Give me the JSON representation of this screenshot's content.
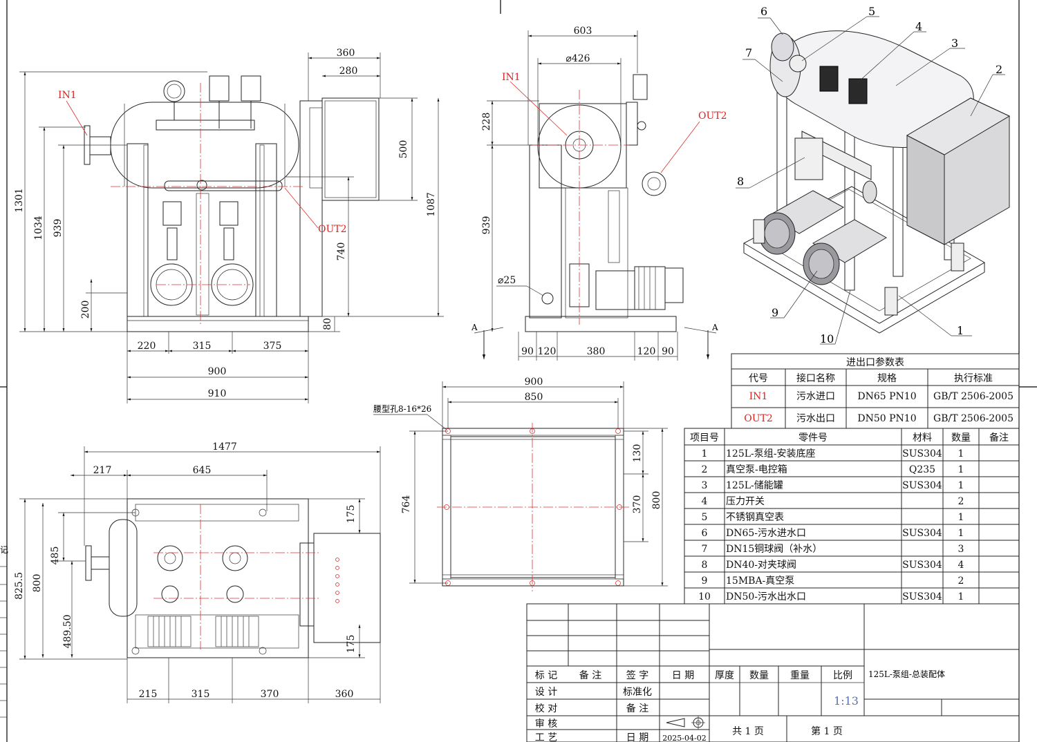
{
  "title_block": {
    "drawing_name": "125L-泵组-总装配体",
    "scale": "1:13",
    "date": "2025-04-02",
    "sheets_total": "共 1 页",
    "sheet_number": "第 1 页",
    "header": {
      "mark": "标 记",
      "note": "备 注",
      "sign": "签 字",
      "date": "日 期",
      "thickness": "厚度",
      "quantity": "数量",
      "weight": "重量",
      "ratio": "比例"
    },
    "rows": {
      "design": "设 计",
      "standardize": "标准化",
      "check": "校 对",
      "remarks": "备 注",
      "review": "审 核",
      "process": "工 艺",
      "date_label": "日 期"
    }
  },
  "port_table": {
    "title": "进出口参数表",
    "headers": [
      "代号",
      "接口名称",
      "规格",
      "执行标准"
    ],
    "rows": [
      {
        "code": "IN1",
        "name": "污水进口",
        "spec": "DN65 PN10",
        "standard": "GB/T 2506-2005"
      },
      {
        "code": "OUT2",
        "name": "污水出口",
        "spec": "DN50 PN10",
        "standard": "GB/T 2506-2005"
      }
    ]
  },
  "bom": {
    "headers": [
      "项目号",
      "零件号",
      "材料",
      "数量",
      "备注"
    ],
    "rows": [
      {
        "no": "1",
        "part": "125L-泵组-安装底座",
        "material": "SUS304",
        "qty": "1",
        "note": ""
      },
      {
        "no": "2",
        "part": "真空泵-电控箱",
        "material": "Q235",
        "qty": "1",
        "note": ""
      },
      {
        "no": "3",
        "part": "125L-储能罐",
        "material": "SUS304",
        "qty": "1",
        "note": ""
      },
      {
        "no": "4",
        "part": "压力开关",
        "material": "",
        "qty": "2",
        "note": ""
      },
      {
        "no": "5",
        "part": "不锈钢真空表",
        "material": "",
        "qty": "1",
        "note": ""
      },
      {
        "no": "6",
        "part": "DN65-污水进水口",
        "material": "SUS304",
        "qty": "1",
        "note": ""
      },
      {
        "no": "7",
        "part": "DN15铜球阀（补水）",
        "material": "",
        "qty": "3",
        "note": ""
      },
      {
        "no": "8",
        "part": "DN40-对夹球阀",
        "material": "SUS304",
        "qty": "4",
        "note": ""
      },
      {
        "no": "9",
        "part": "15MBA-真空泵",
        "material": "",
        "qty": "2",
        "note": ""
      },
      {
        "no": "10",
        "part": "DN50-污水出水口",
        "material": "SUS304",
        "qty": "1",
        "note": ""
      }
    ]
  },
  "front_view": {
    "label_in": "IN1",
    "label_out": "OUT2",
    "dims": {
      "h1301": "1301",
      "h1034": "1034",
      "h939": "939",
      "h200": "200",
      "w360": "360",
      "w280": "280",
      "h500": "500",
      "h1087": "1087",
      "h740": "740",
      "h80": "80",
      "w220": "220",
      "w315": "315",
      "w375": "375",
      "w900": "900",
      "w910": "910"
    }
  },
  "side_view": {
    "label_in": "IN1",
    "label_out": "OUT2",
    "section_mark": "A",
    "dims": {
      "w603": "603",
      "d426": "⌀426",
      "h228": "228",
      "h939": "939",
      "d25": "⌀25",
      "w90a": "90",
      "w120a": "120",
      "w380": "380",
      "w120b": "120",
      "w90b": "90"
    }
  },
  "base_view": {
    "hole_note": "腰型孔8-16*26",
    "dims": {
      "w900": "900",
      "w850": "850",
      "h764": "764",
      "h130": "130",
      "h370": "370",
      "h800": "800"
    }
  },
  "top_view": {
    "dims": {
      "w1477": "1477",
      "w217": "217",
      "w645": "645",
      "h825": "825.5",
      "h800": "800",
      "h485": "485",
      "h489": "489.50",
      "h175a": "175",
      "h175b": "175",
      "w215": "215",
      "w315": "315",
      "w370": "370",
      "w360": "360"
    }
  },
  "iso_view": {
    "balloons": [
      "1",
      "2",
      "3",
      "4",
      "5",
      "6",
      "7",
      "8",
      "9",
      "10"
    ]
  },
  "edge_text": "记"
}
